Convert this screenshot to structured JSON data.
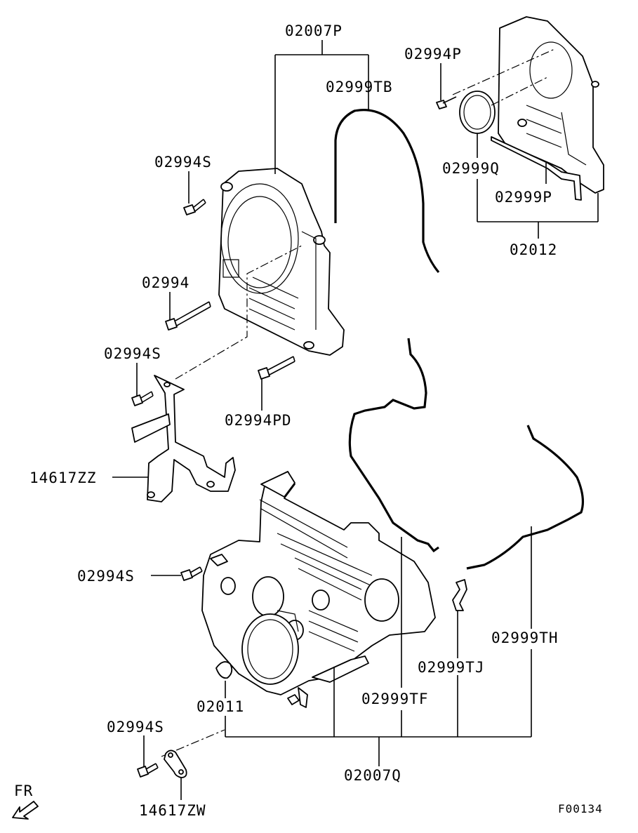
{
  "diagram": {
    "labels": {
      "p02007P": "02007P",
      "p02999TB": "02999TB",
      "p02994P": "02994P",
      "p02994S_a": "02994S",
      "p02999Q": "02999Q",
      "p02999P": "02999P",
      "p02012": "02012",
      "p02994": "02994",
      "p02994S_b": "02994S",
      "p02994PD": "02994PD",
      "p14617ZZ": "14617ZZ",
      "p02994S_c": "02994S",
      "p02999TH": "02999TH",
      "p02999TJ": "02999TJ",
      "p02999TF": "02999TF",
      "p02011": "02011",
      "p02994S_d": "02994S",
      "p02007Q": "02007Q",
      "p14617ZW": "14617ZW",
      "direction": "FR",
      "figure_code": "F00134"
    }
  }
}
